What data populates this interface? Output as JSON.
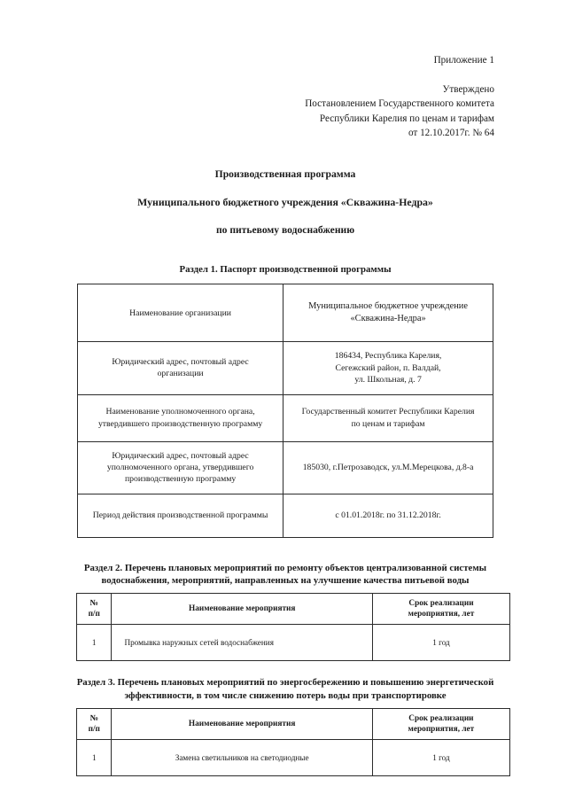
{
  "header": {
    "appendix": "Приложение 1",
    "approved_label": "Утверждено",
    "approved_line_1": "Постановлением Государственного комитета",
    "approved_line_2": "Республики Карелия по ценам и тарифам",
    "approved_line_3": "от 12.10.2017г. № 64"
  },
  "title": {
    "line_1": "Производственная программа",
    "line_2": "Муниципального бюджетного учреждения «Скважина-Недра»",
    "line_3": "по питьевому водоснабжению"
  },
  "section1": {
    "heading": "Раздел 1. Паспорт производственной программы",
    "rows": [
      {
        "label": "Наименование организации",
        "value": "Муниципальное бюджетное учреждение\n«Скважина-Недра»"
      },
      {
        "label": "Юридический адрес, почтовый адрес организации",
        "value": "186434, Республика Карелия,\nСегежский район, п. Валдай,\nул. Школьная, д. 7"
      },
      {
        "label": "Наименование уполномоченного органа, утвердившего производственную программу",
        "value": "Государственный комитет Республики Карелия\nпо ценам и тарифам"
      },
      {
        "label": "Юридический адрес, почтовый адрес уполномоченного органа, утвердившего производственную программу",
        "value": "185030, г.Петрозаводск, ул.М.Мерецкова, д.8-а"
      },
      {
        "label": "Период действия производственной программы",
        "value": "с 01.01.2018г. по 31.12.2018г."
      }
    ]
  },
  "section2": {
    "heading": "Раздел 2.  Перечень плановых мероприятий по ремонту объектов централизованной системы водоснабжения, мероприятий, направленных на улучшение качества питьевой воды",
    "columns": {
      "num": "№\nп/п",
      "name": "Наименование мероприятия",
      "term": "Срок реализации\nмероприятия, лет"
    },
    "rows": [
      {
        "num": "1",
        "name": "Промывка наружных сетей водоснабжения",
        "term": "1 год"
      }
    ]
  },
  "section3": {
    "heading": "Раздел 3.  Перечень плановых мероприятий по энергосбережению и повышению энергетической эффективности, в том числе снижению потерь воды при транспортировке",
    "columns": {
      "num": "№\nп/п",
      "name": "Наименование мероприятия",
      "term": "Срок реализации\nмероприятия, лет"
    },
    "rows": [
      {
        "num": "1",
        "name": "Замена светильников на светодиодные",
        "term": "1 год"
      }
    ]
  }
}
